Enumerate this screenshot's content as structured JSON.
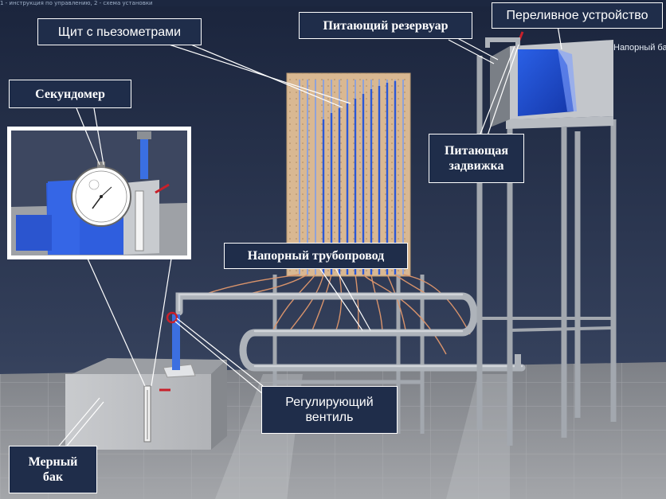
{
  "window": {
    "top_bar_text": "1 - инструкция по управлению, 2 - схема установки"
  },
  "labels": {
    "piezometer_board": "Щит с пьезометрами",
    "stopwatch": "Секундомер",
    "supply_tank": "Питающий резервуар",
    "overflow_device": "Переливное устройство",
    "pressure_tank_corner": "Напорный бак",
    "supply_valve": "Питающая\nзадвижка",
    "pressure_pipeline": "Напорный трубопровод",
    "control_valve": "Регулирующий\nвентиль",
    "measuring_tank": "Мерный\nбак"
  },
  "colors": {
    "background_top": "#1c2740",
    "background_bottom": "#3d4a66",
    "floor": "#8d8f93",
    "water": "#1f52d6",
    "board": "#d9b892",
    "frame": "#9ea3aa",
    "callout_bg": "#1f2d4a",
    "callout_border": "#ffffff",
    "valve_red": "#c8202a"
  }
}
